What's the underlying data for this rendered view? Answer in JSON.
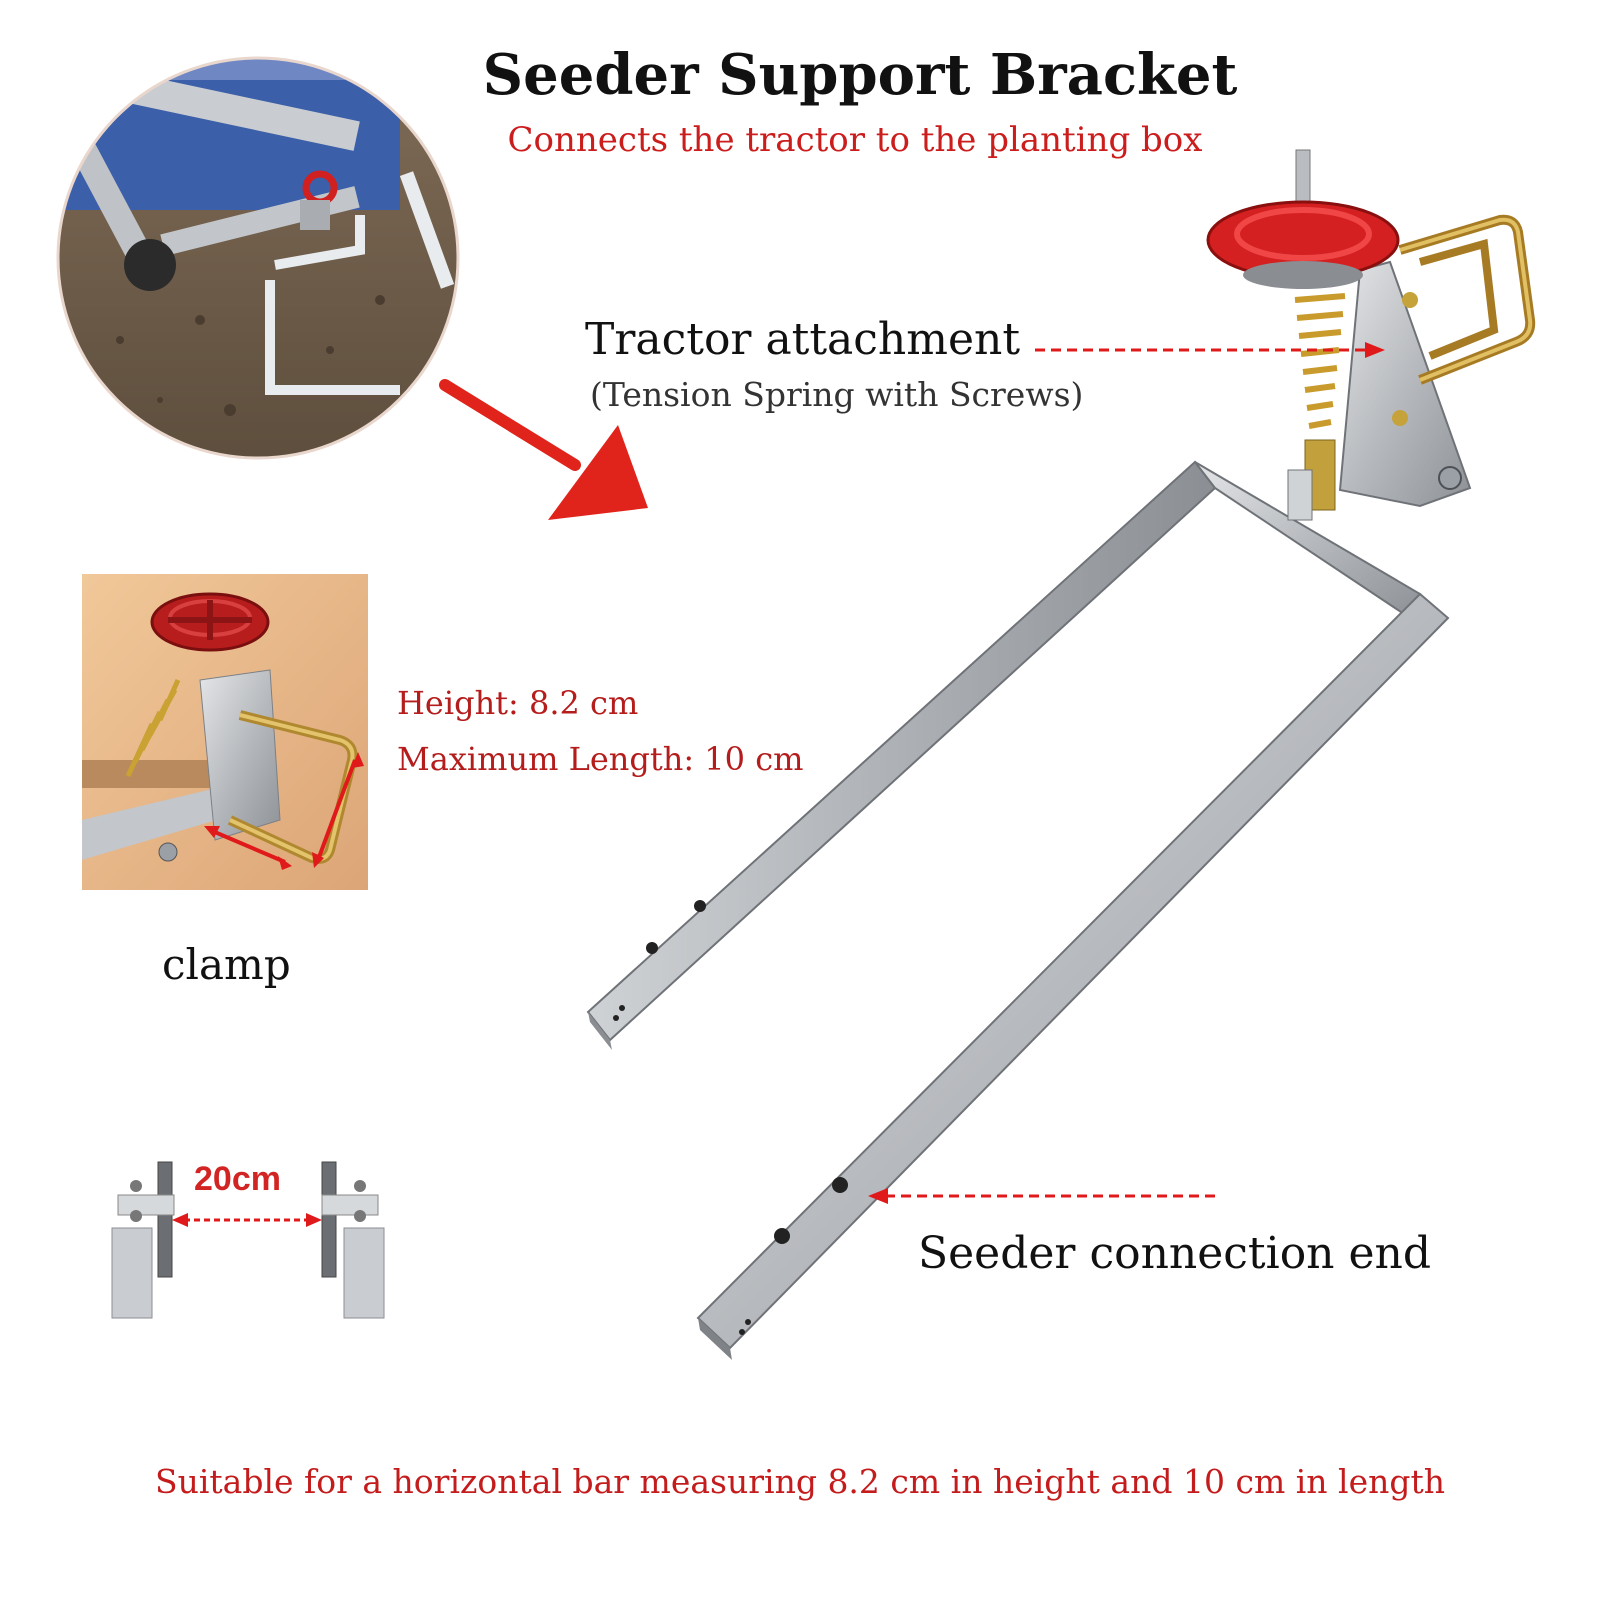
{
  "title": "Seeder Support Bracket",
  "subtitle": "Connects the tractor to the planting box",
  "annotations": {
    "tractor_attachment": "Tractor attachment",
    "tractor_attachment_detail": "(Tension Spring with Screws)",
    "height": "Height: 8.2 cm",
    "max_length": "Maximum Length: 10 cm",
    "clamp": "clamp",
    "seeder_connection": "Seeder connection end",
    "spacing": "20cm"
  },
  "footer_note": "Suitable for a horizontal bar measuring 8.2 cm in height and 10 cm in length",
  "colors": {
    "accent_red": "#cc1d1d",
    "steel": "#b9bcc0",
    "handwheel_red": "#d42020",
    "spring_gold": "#c9a233"
  }
}
